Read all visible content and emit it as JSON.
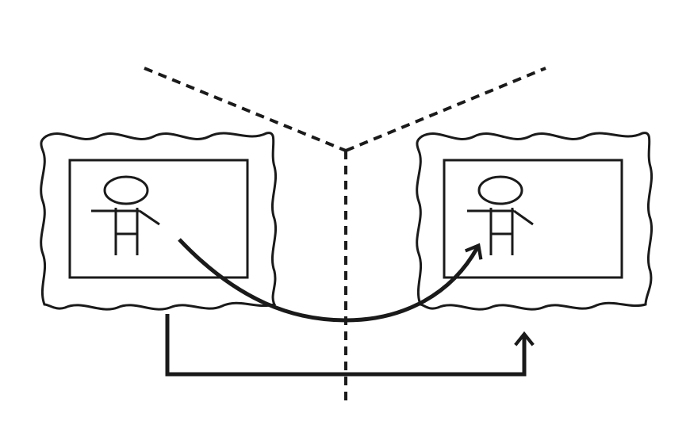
{
  "colors": {
    "background": "#ffffff",
    "ink": "#1a1a1a"
  },
  "diagram": {
    "left_frame": {
      "figure": "stick-figure"
    },
    "right_frame": {
      "figure": "stick-figure"
    },
    "fold_lines": "dashed",
    "arrows": [
      "curved-arrow-left-to-right",
      "bracket-arrow-left-to-right"
    ]
  }
}
